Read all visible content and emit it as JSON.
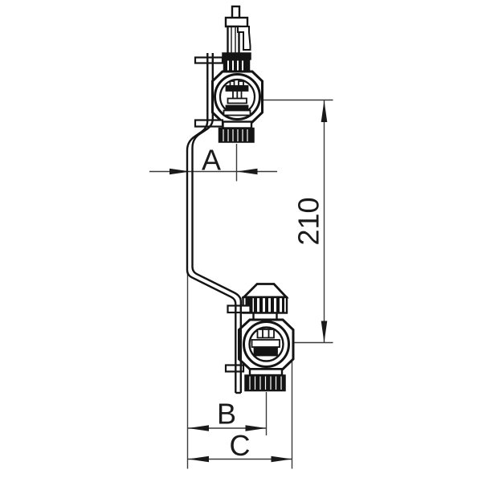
{
  "drawing": {
    "type": "technical-drawing",
    "subject": "valve assembly with mounting bracket",
    "labels": {
      "dim_a": "A",
      "dim_b": "B",
      "dim_c": "C",
      "dim_height": "210"
    },
    "colors": {
      "line": "#141414",
      "dimension_line": "#3a3a3a",
      "background": "#ffffff",
      "fill_solid": "#141414"
    }
  }
}
